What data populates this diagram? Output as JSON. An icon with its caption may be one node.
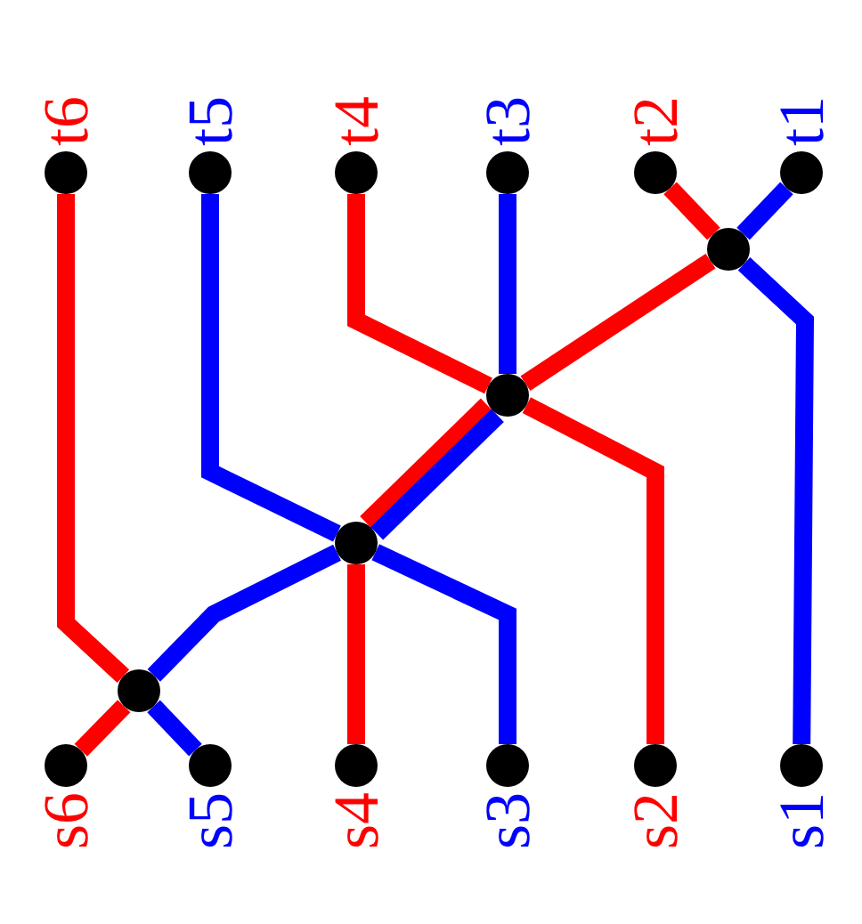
{
  "diagram": {
    "nodes": [
      {
        "text": [],
        "shape": "circle",
        "beside": [
          "t6"
        ]
      },
      {
        "text": [],
        "shape": "circle",
        "beside": [
          "t5"
        ]
      },
      {
        "text": [],
        "shape": "circle",
        "beside": [
          "t4"
        ]
      },
      {
        "text": [],
        "shape": "circle",
        "beside": [
          "t3"
        ]
      },
      {
        "text": [],
        "shape": "circle",
        "beside": [
          "t2"
        ]
      },
      {
        "text": [],
        "shape": "circle",
        "beside": [
          "t1"
        ]
      },
      {
        "text": [],
        "shape": "circle"
      },
      {
        "text": [],
        "shape": "circle"
      },
      {
        "text": [],
        "shape": "circle"
      },
      {
        "text": [],
        "shape": "circle"
      },
      {
        "text": [],
        "shape": "circle",
        "beside": [
          "s6"
        ]
      },
      {
        "text": [],
        "shape": "circle",
        "beside": [
          "s5"
        ]
      },
      {
        "text": [],
        "shape": "circle",
        "beside": [
          "s4"
        ]
      },
      {
        "text": [],
        "shape": "circle",
        "beside": [
          "s3"
        ]
      },
      {
        "text": [],
        "shape": "circle",
        "beside": [
          "s2"
        ]
      },
      {
        "text": [],
        "shape": "circle",
        "beside": [
          "s1"
        ]
      }
    ],
    "edges": [
      {
        "from": 5,
        "to": 6,
        "arrow": "none",
        "color": "#0000ff"
      },
      {
        "from": 6,
        "to": 15,
        "arrow": "none",
        "color": "#0000ff"
      },
      {
        "from": 4,
        "to": 6,
        "arrow": "none",
        "color": "#ff0000"
      },
      {
        "from": 6,
        "to": 7,
        "arrow": "none",
        "color": "#ff0000"
      },
      {
        "from": 7,
        "to": 8,
        "arrow": "none",
        "color": "#ff0000"
      },
      {
        "from": 8,
        "to": 12,
        "arrow": "none",
        "color": "#ff0000"
      },
      {
        "from": 3,
        "to": 7,
        "arrow": "none",
        "color": "#0000ff"
      },
      {
        "from": 7,
        "to": 8,
        "arrow": "none",
        "color": "#0000ff"
      },
      {
        "from": 8,
        "to": 9,
        "arrow": "none",
        "color": "#0000ff"
      },
      {
        "from": 9,
        "to": 11,
        "arrow": "none",
        "color": "#0000ff"
      },
      {
        "from": 2,
        "to": 7,
        "arrow": "none",
        "color": "#ff0000"
      },
      {
        "from": 7,
        "to": 14,
        "arrow": "none",
        "color": "#ff0000"
      },
      {
        "from": 1,
        "to": 8,
        "arrow": "none",
        "color": "#0000ff"
      },
      {
        "from": 8,
        "to": 13,
        "arrow": "none",
        "color": "#0000ff"
      },
      {
        "from": 0,
        "to": 9,
        "arrow": "none",
        "color": "#ff0000"
      },
      {
        "from": 9,
        "to": 10,
        "arrow": "none",
        "color": "#ff0000"
      }
    ]
  }
}
